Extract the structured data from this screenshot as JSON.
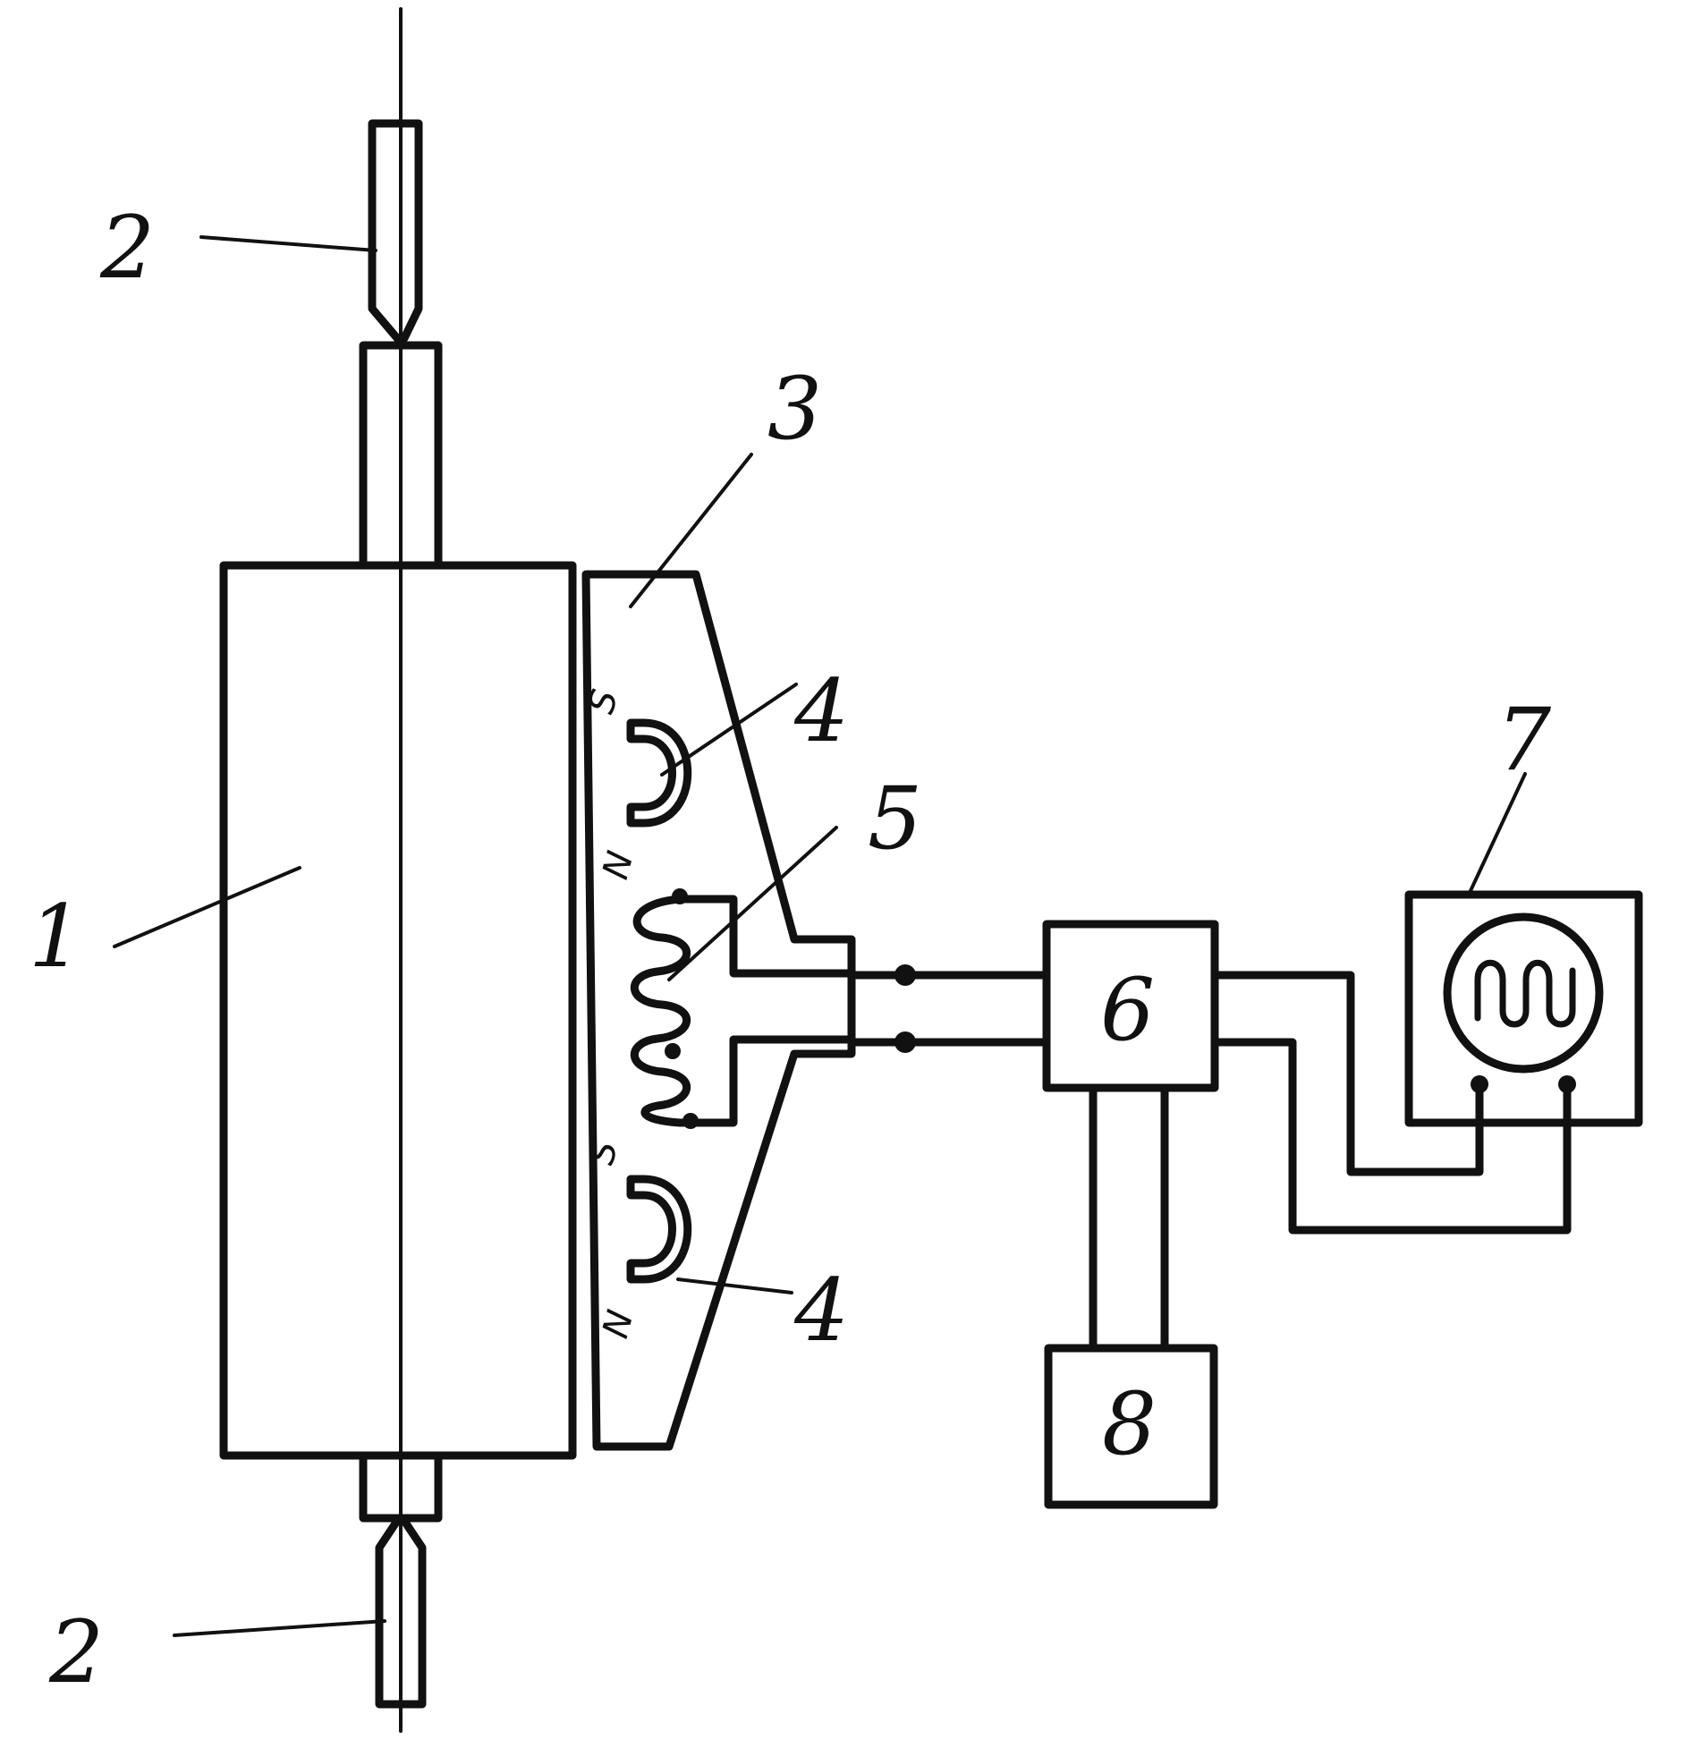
{
  "labels": {
    "cylinder": "1",
    "center_top": "2",
    "center_bottom": "2",
    "housing": "3",
    "magnet_top": "4",
    "magnet_bottom": "4",
    "coil": "5",
    "amplifier": "6",
    "oscilloscope": "7",
    "power_supply": "8"
  },
  "poles": {
    "top_magnet_upper": "S",
    "top_magnet_lower": "N",
    "bottom_magnet_upper": "S",
    "bottom_magnet_lower": "N"
  },
  "colors": {
    "ink": "#111111",
    "paper": "#ffffff"
  }
}
